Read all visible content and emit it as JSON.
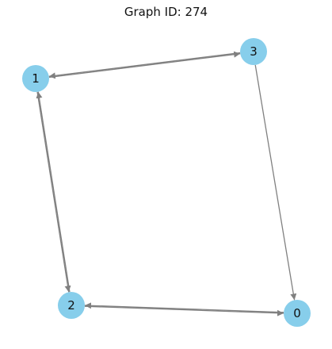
{
  "title": "Graph ID: 274",
  "colors": {
    "node": "#87ceeb",
    "edge": "#808080",
    "background": "#ffffff"
  },
  "nodes": [
    {
      "id": "0",
      "label": "0"
    },
    {
      "id": "1",
      "label": "1"
    },
    {
      "id": "2",
      "label": "2"
    },
    {
      "id": "3",
      "label": "3"
    }
  ],
  "edges": [
    {
      "from": "3",
      "to": "1"
    },
    {
      "from": "1",
      "to": "3"
    },
    {
      "from": "1",
      "to": "2"
    },
    {
      "from": "2",
      "to": "1"
    },
    {
      "from": "2",
      "to": "0"
    },
    {
      "from": "0",
      "to": "2"
    },
    {
      "from": "3",
      "to": "0"
    }
  ]
}
